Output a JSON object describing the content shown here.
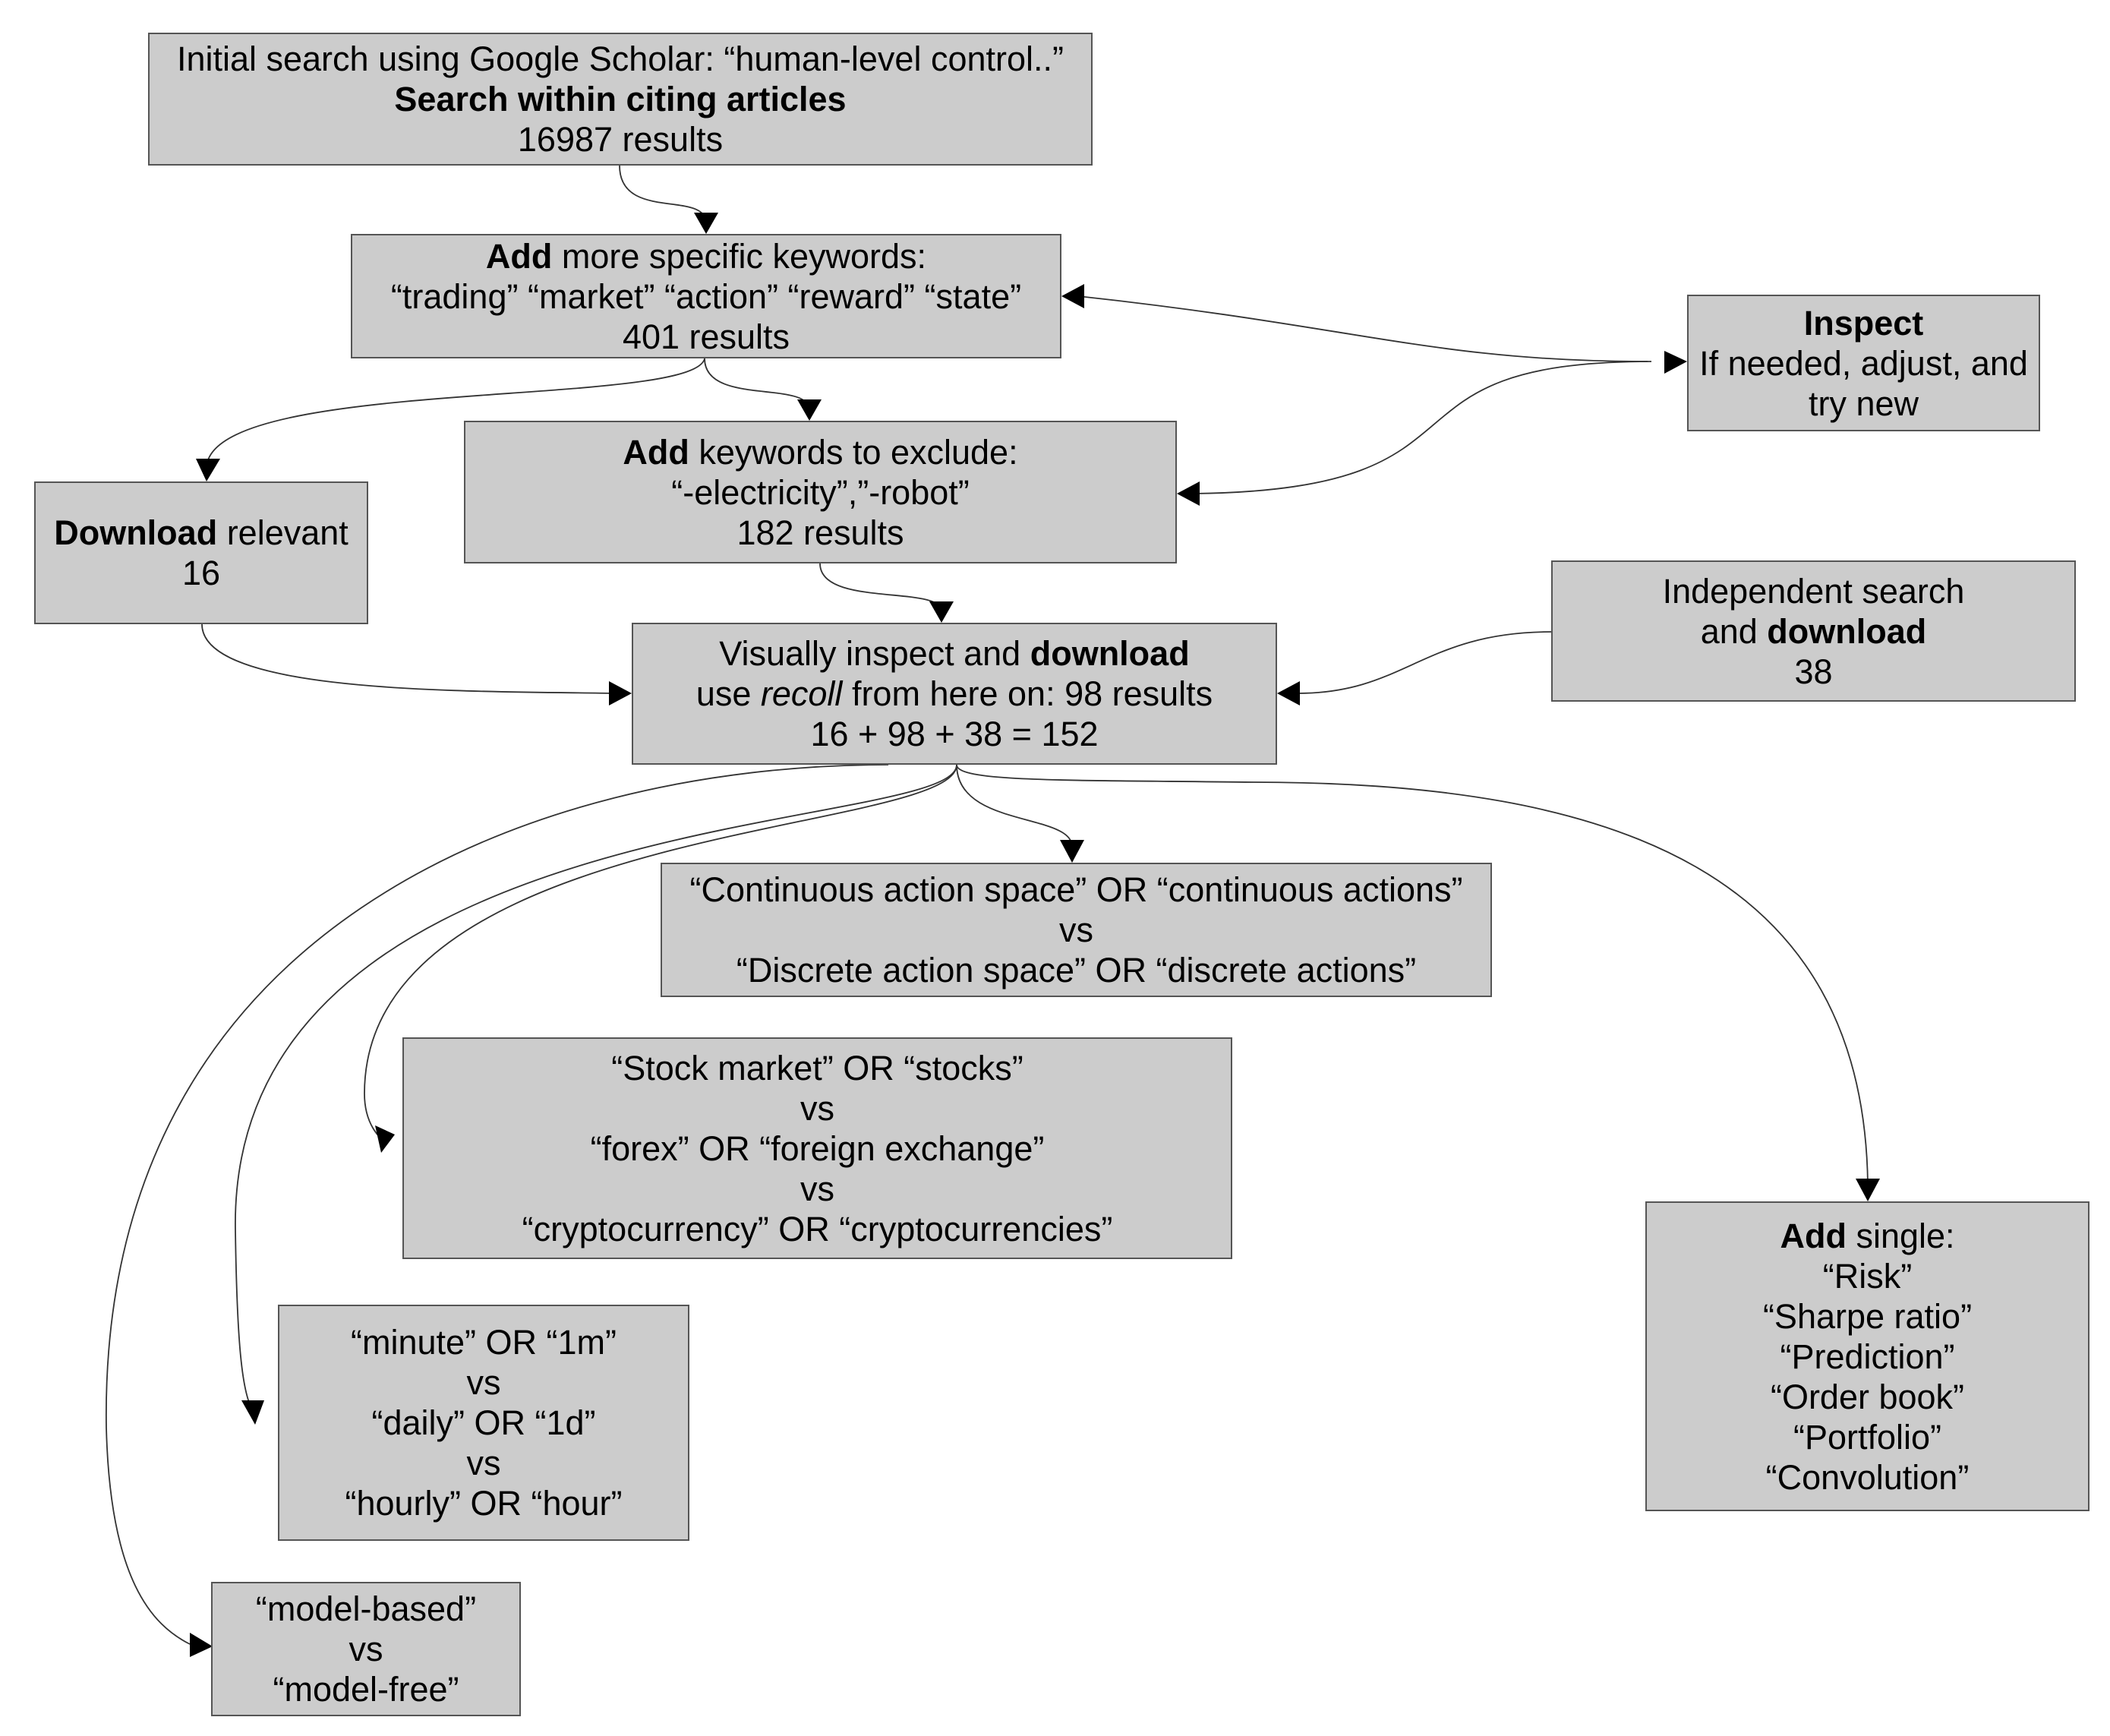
{
  "nodes": {
    "initial_search": {
      "line1": "Initial search using Google Scholar: “human-level control..”",
      "line2": "Search within citing articles",
      "line3": "16987 results"
    },
    "add_keywords": {
      "line1_bold": "Add",
      "line1_rest": " more specific keywords:",
      "line2": "“trading” “market” “action” “reward” “state”",
      "line3": "401 results"
    },
    "inspect": {
      "line1": "Inspect",
      "line2": "If needed, adjust, and",
      "line3": "try new"
    },
    "exclude_keywords": {
      "line1_bold": "Add",
      "line1_rest": " keywords to exclude:",
      "line2": "“-electricity”,”-robot”",
      "line3": "182 results"
    },
    "download_relevant": {
      "line1_bold": "Download",
      "line1_rest": " relevant",
      "line2": "16"
    },
    "independent_search": {
      "line1": "Independent search",
      "line2_pre": "and ",
      "line2_bold": "download",
      "line3": "38"
    },
    "visual_inspect": {
      "line1_pre": "Visually inspect and ",
      "line1_bold": "download",
      "line2_pre": "use ",
      "line2_italic": "recoll",
      "line2_post": " from here on: 98 results",
      "line3": "16 + 98 + 38 = 152"
    },
    "action_space": {
      "line1": "“Continuous action space” OR “continuous actions”",
      "line2": "vs",
      "line3": "“Discrete action space” OR “discrete actions”"
    },
    "market_type": {
      "line1": "“Stock market” OR “stocks”",
      "line2": "vs",
      "line3": "“forex” OR “foreign exchange”",
      "line4": "vs",
      "line5": "“cryptocurrency” OR “cryptocurrencies”"
    },
    "add_single": {
      "line1_bold": "Add",
      "line1_rest": " single:",
      "items": [
        "“Risk”",
        "“Sharpe ratio”",
        "“Prediction”",
        "“Order book”",
        "“Portfolio”",
        "“Convolution”"
      ]
    },
    "timeframe": {
      "line1": "“minute” OR “1m”",
      "line2": "vs",
      "line3": "“daily” OR “1d”",
      "line4": "vs",
      "line5": "“hourly” OR “hour”"
    },
    "model_type": {
      "line1": "“model-based”",
      "line2": "vs",
      "line3": "“model-free”"
    }
  },
  "edges": [
    {
      "from": "initial_search",
      "to": "add_keywords"
    },
    {
      "from": "add_keywords",
      "to": "exclude_keywords"
    },
    {
      "from": "add_keywords",
      "to": "download_relevant"
    },
    {
      "from": "inspect",
      "to": "add_keywords"
    },
    {
      "from": "inspect",
      "to": "exclude_keywords"
    },
    {
      "from": "exclude_keywords",
      "to": "visual_inspect"
    },
    {
      "from": "download_relevant",
      "to": "visual_inspect"
    },
    {
      "from": "independent_search",
      "to": "visual_inspect"
    },
    {
      "from": "visual_inspect",
      "to": "action_space"
    },
    {
      "from": "visual_inspect",
      "to": "market_type"
    },
    {
      "from": "visual_inspect",
      "to": "timeframe"
    },
    {
      "from": "visual_inspect",
      "to": "model_type"
    },
    {
      "from": "visual_inspect",
      "to": "add_single"
    }
  ],
  "colors": {
    "box_fill": "#cccccc",
    "box_border": "#555555",
    "edge": "#333333",
    "arrowhead": "#000000"
  }
}
